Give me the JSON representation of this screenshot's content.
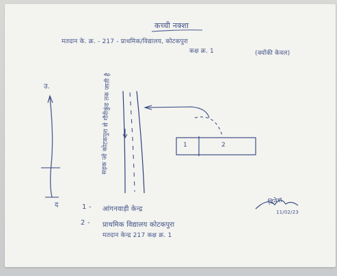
{
  "document": {
    "title": "कच्ची नक्शा",
    "header_line1": "मतदान के. क्र. - 217 - प्राथमिक/विद्यालय, कोटकपुरा",
    "header_line2_left": "कक्ष क्र. 1",
    "header_line2_right": "(क्योंकी केवल)",
    "map_north_label": "उ.",
    "map_south_label": "द",
    "road_label": "सड़क जो कोटकपुरा से गौरीकुंड तक जाती है",
    "room_left_label": "1",
    "room_right_label": "2",
    "legend": [
      {
        "marker": "1 -",
        "text": "आंगनवाड़ी केन्द्र"
      },
      {
        "marker": "2 -",
        "text": "प्राथमिक विद्यालय कोटकपुरा"
      },
      {
        "marker": "",
        "text": "मतदान केन्द्र 217 कक्ष क्र. 1"
      }
    ],
    "signature": "दिनेश",
    "signature_date": "11/02/23"
  },
  "colors": {
    "ink": "#2d3f7a",
    "paper": "#f3f3f0",
    "background": "#cfd0d0"
  }
}
